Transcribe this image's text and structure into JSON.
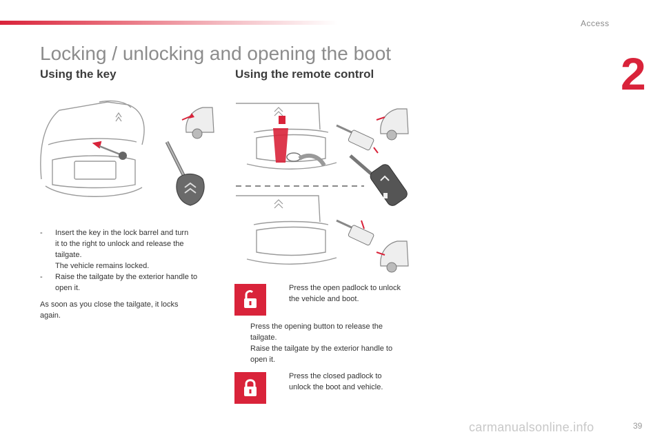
{
  "header": {
    "section": "Access",
    "chapter": "2",
    "title": "Locking / unlocking and opening the boot"
  },
  "key_section": {
    "heading": "Using the key",
    "steps": [
      {
        "marker": "-",
        "lines": [
          "Insert the key in the lock barrel and turn",
          "it to the right to unlock and release the",
          "tailgate.",
          "The vehicle remains locked."
        ]
      },
      {
        "marker": "-",
        "lines": [
          "Raise the tailgate by the exterior handle to",
          "open it."
        ]
      }
    ],
    "note_lines": [
      "As soon as you close the tailgate, it locks",
      "again."
    ]
  },
  "remote_section": {
    "heading": "Using the remote control",
    "unlock_icon": "open-padlock-icon",
    "unlock_lines": [
      "Press the open padlock to unlock",
      "the vehicle and boot."
    ],
    "steps": [
      {
        "marker": "",
        "lines": [
          "Press the opening button to release the",
          "tailgate."
        ]
      },
      {
        "marker": "",
        "lines": [
          "Raise the tailgate by the exterior handle to",
          "open it."
        ]
      }
    ],
    "lock_icon": "closed-padlock-icon",
    "lock_lines": [
      "Press the closed padlock to",
      "unlock the boot and vehicle."
    ]
  },
  "footer": {
    "page_number": "39",
    "watermark": "carmanualsonline.info"
  },
  "colors": {
    "accent": "#d9233a",
    "title": "#8c8c8c"
  }
}
